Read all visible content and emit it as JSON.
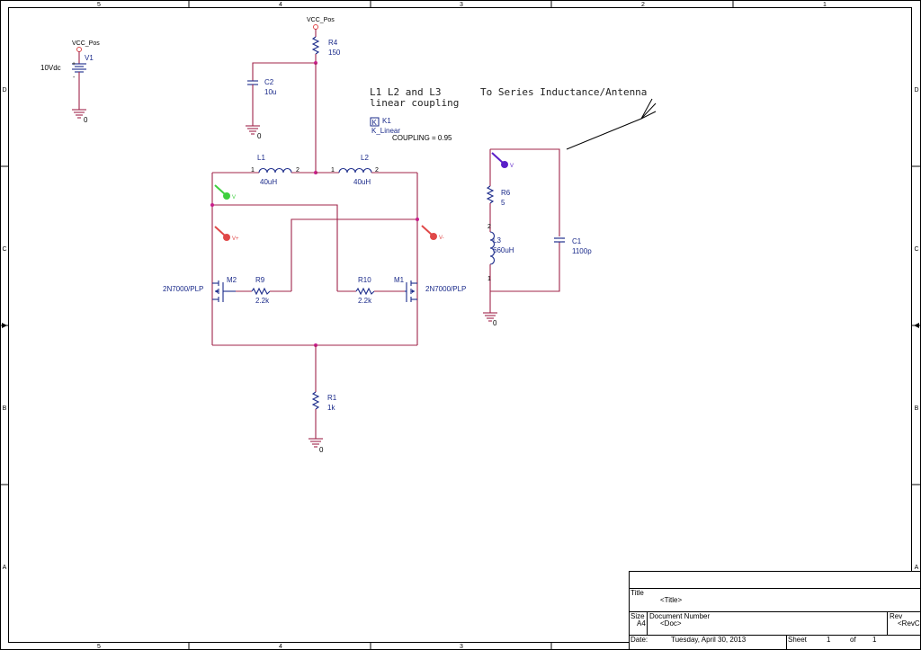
{
  "border": {
    "columns": [
      "5",
      "4",
      "3",
      "2",
      "1"
    ],
    "rows": [
      "D",
      "C",
      "B",
      "A"
    ]
  },
  "annotations": {
    "coupling_note_line1": "L1 L2 and L3",
    "coupling_note_line2": "linear coupling",
    "antenna_note": "To Series Inductance/Antenna"
  },
  "power": {
    "v1_net": "VCC_Pos",
    "v1_name": "V1",
    "v1_value": "10Vdc",
    "v1_plus": "+",
    "v1_minus": "-",
    "top_net": "VCC_Pos"
  },
  "grounds": [
    "0",
    "0",
    "0",
    "0"
  ],
  "components": {
    "R4": {
      "name": "R4",
      "value": "150"
    },
    "C2": {
      "name": "C2",
      "value": "10u"
    },
    "L1": {
      "name": "L1",
      "value": "40uH",
      "pin1": "1",
      "pin2": "2"
    },
    "L2": {
      "name": "L2",
      "value": "40uH",
      "pin1": "1",
      "pin2": "2"
    },
    "K1": {
      "name": "K1",
      "type": "K_Linear",
      "coupling": "COUPLING = 0.95",
      "box": "K"
    },
    "M2": {
      "name": "M2",
      "part": "2N7000/PLP"
    },
    "M1": {
      "name": "M1",
      "part": "2N7000/PLP"
    },
    "R9": {
      "name": "R9",
      "value": "2.2k"
    },
    "R10": {
      "name": "R10",
      "value": "2.2k"
    },
    "R1": {
      "name": "R1",
      "value": "1k"
    },
    "R6": {
      "name": "R6",
      "value": "5"
    },
    "L3": {
      "name": "L3",
      "value": "660uH",
      "pin1": "1",
      "pin2": "2"
    },
    "C1": {
      "name": "C1",
      "value": "1100p"
    }
  },
  "probes": {
    "green": {
      "label": "V",
      "color": "#3ecf3e"
    },
    "red_plus": {
      "label": "V+",
      "color": "#e04848"
    },
    "red_minus": {
      "label": "V-",
      "color": "#e04848"
    },
    "blue": {
      "label": "V",
      "color": "#5a1fc8"
    }
  },
  "colors": {
    "wire": "#a0254a",
    "part": "#1a2a8a"
  },
  "title_block": {
    "title_label": "Title",
    "title_value": "<Title>",
    "size_label": "Size",
    "size_value": "A4",
    "docnum_label": "Document Number",
    "docnum_value": "<Doc>",
    "rev_label": "Rev",
    "rev_value": "<RevCo",
    "date_label": "Date:",
    "date_value": "Tuesday, April 30, 2013",
    "sheet_label": "Sheet",
    "sheet_value": "1",
    "of_label": "of",
    "of_value": "1"
  }
}
